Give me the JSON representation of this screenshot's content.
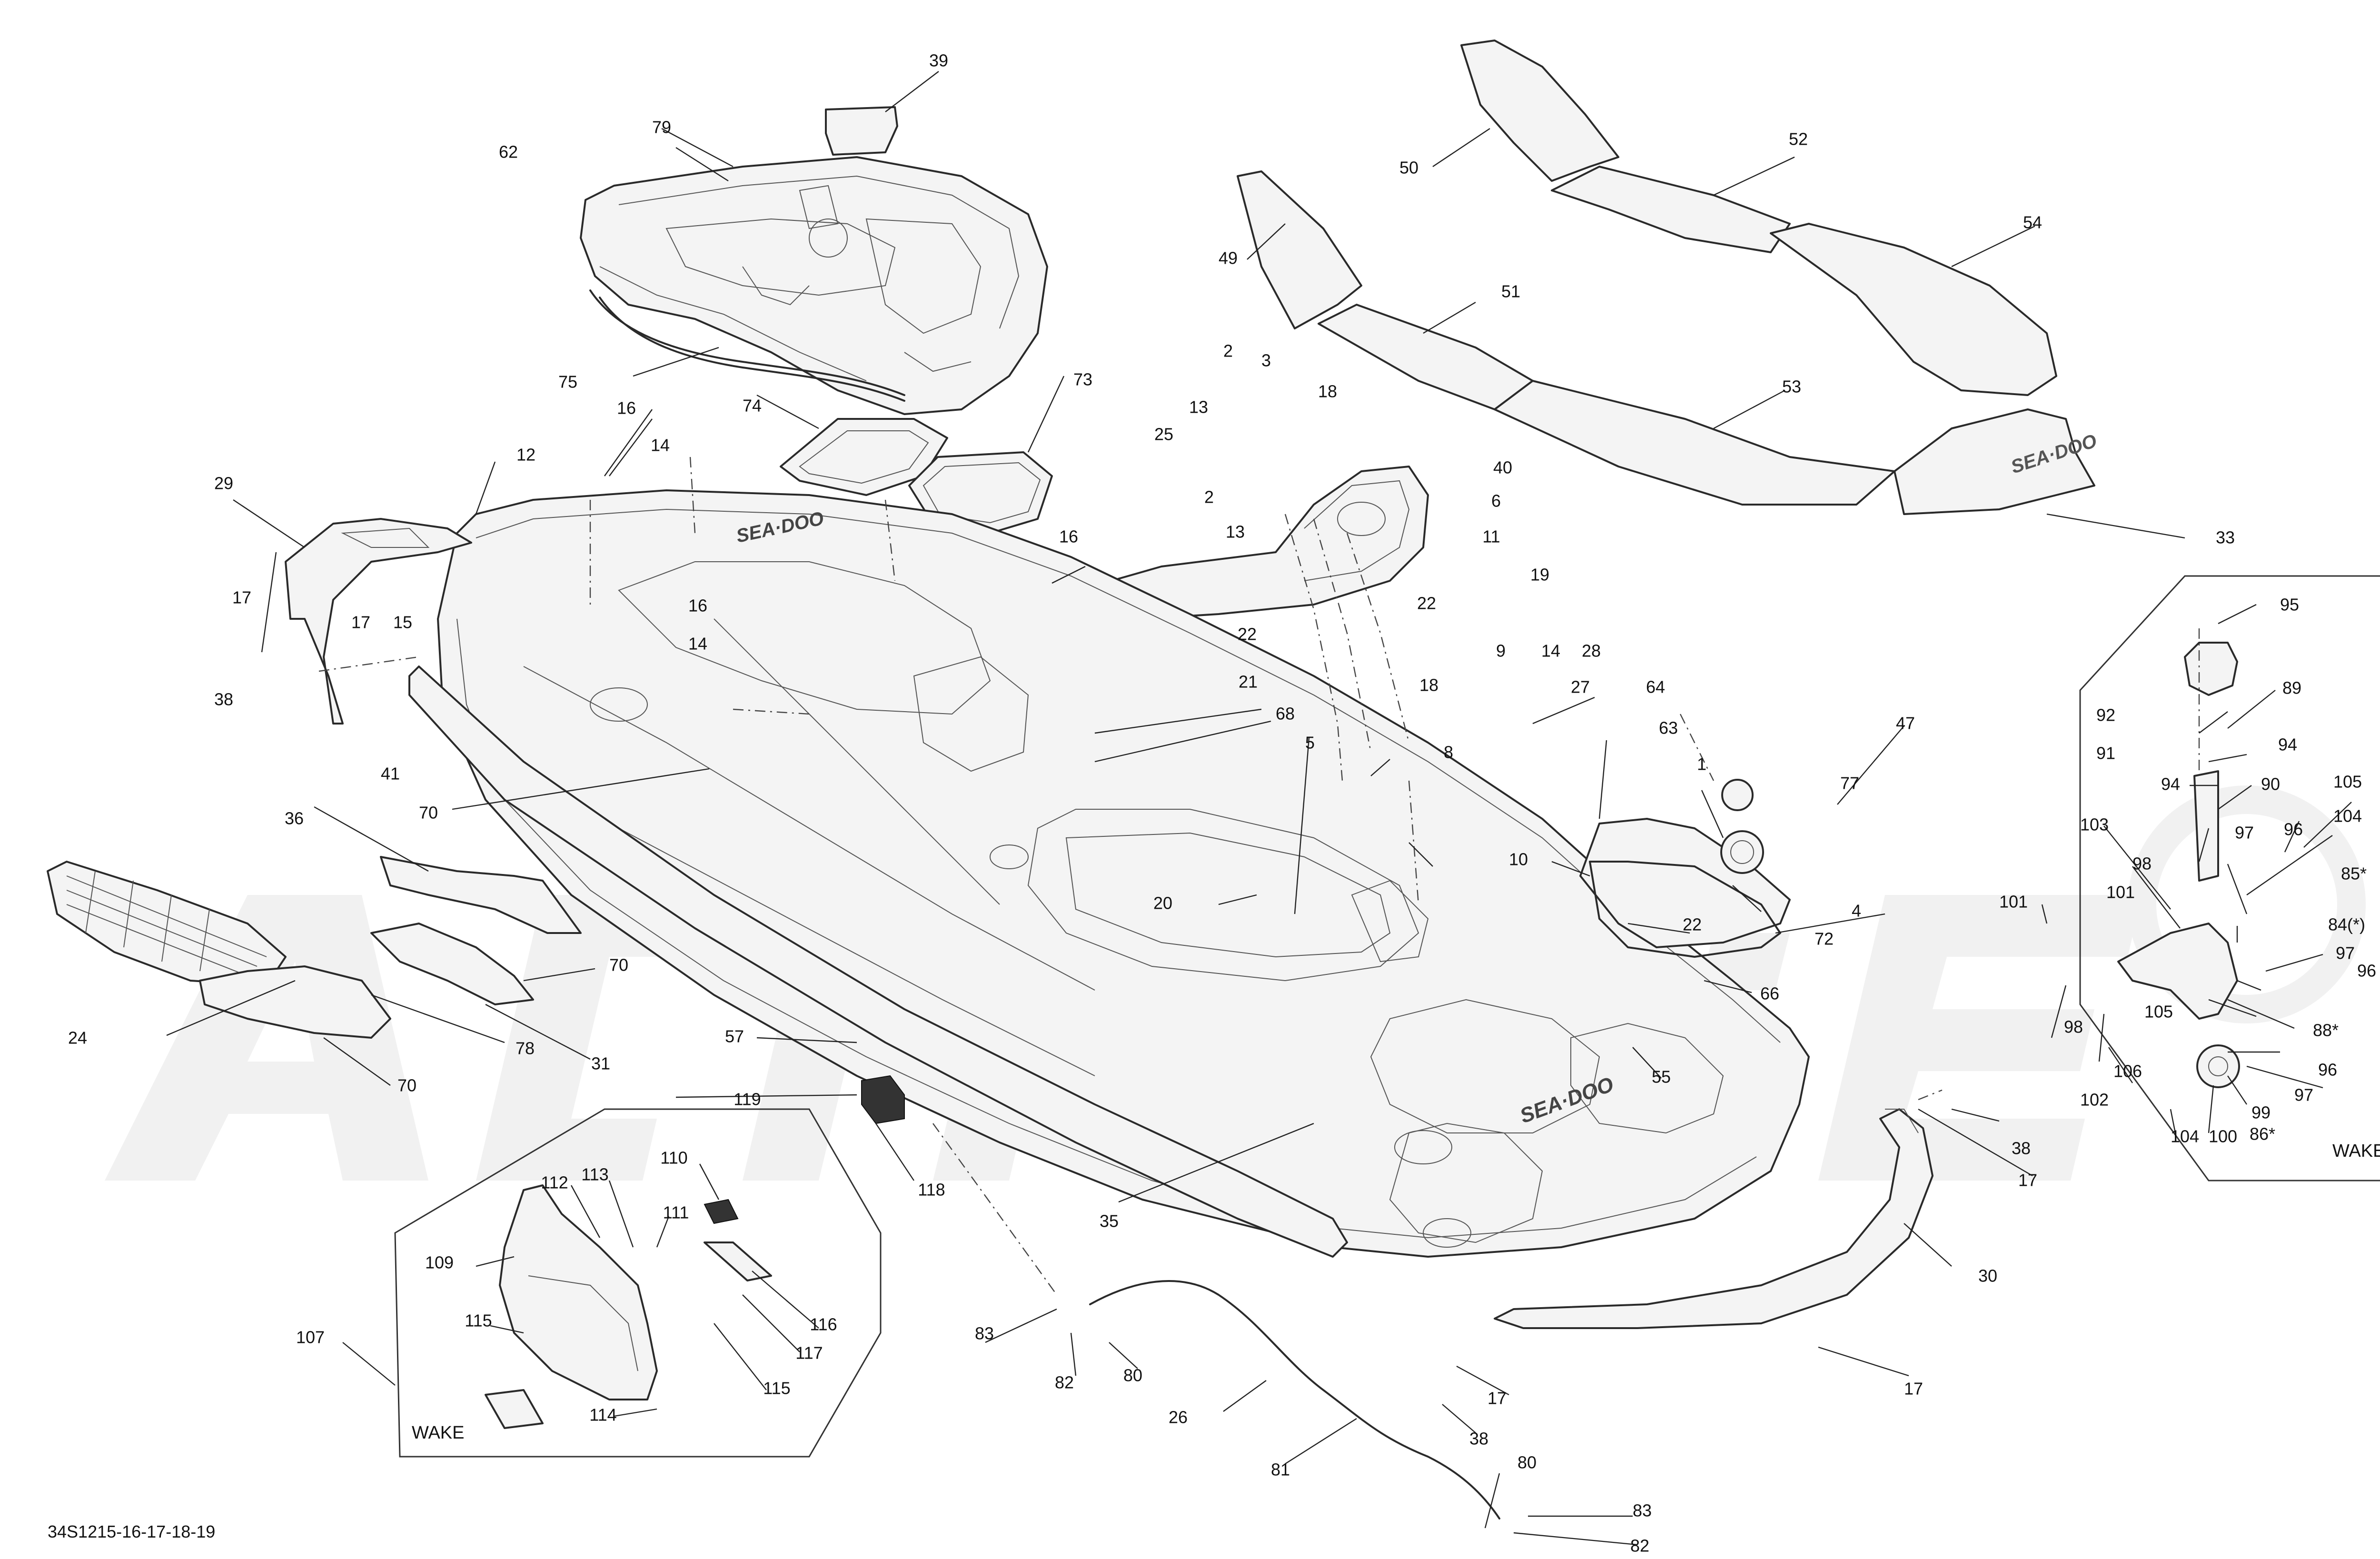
{
  "figure": {
    "drawing_code": "34S1215-16-17-18-19",
    "box_labels": [
      "WAKE",
      "WAKE"
    ]
  },
  "callouts": [
    {
      "id": "c1",
      "text": "1"
    },
    {
      "id": "c2a",
      "text": "2"
    },
    {
      "id": "c2b",
      "text": "2"
    },
    {
      "id": "c3",
      "text": "3"
    },
    {
      "id": "c4",
      "text": "4"
    },
    {
      "id": "c5",
      "text": "5"
    },
    {
      "id": "c6",
      "text": "6"
    },
    {
      "id": "c8",
      "text": "8"
    },
    {
      "id": "c9",
      "text": "9"
    },
    {
      "id": "c10",
      "text": "10"
    },
    {
      "id": "c11",
      "text": "11"
    },
    {
      "id": "c12",
      "text": "12"
    },
    {
      "id": "c13a",
      "text": "13"
    },
    {
      "id": "c13b",
      "text": "13"
    },
    {
      "id": "c14a",
      "text": "14"
    },
    {
      "id": "c14b",
      "text": "14"
    },
    {
      "id": "c14c",
      "text": "14"
    },
    {
      "id": "c15",
      "text": "15"
    },
    {
      "id": "c16a",
      "text": "16"
    },
    {
      "id": "c16b",
      "text": "16"
    },
    {
      "id": "c16c",
      "text": "16"
    },
    {
      "id": "c17a",
      "text": "17"
    },
    {
      "id": "c17b",
      "text": "17"
    },
    {
      "id": "c17c",
      "text": "17"
    },
    {
      "id": "c17d",
      "text": "17"
    },
    {
      "id": "c17e",
      "text": "17"
    },
    {
      "id": "c18a",
      "text": "18"
    },
    {
      "id": "c18b",
      "text": "18"
    },
    {
      "id": "c19",
      "text": "19"
    },
    {
      "id": "c20",
      "text": "20"
    },
    {
      "id": "c21",
      "text": "21"
    },
    {
      "id": "c22a",
      "text": "22"
    },
    {
      "id": "c22b",
      "text": "22"
    },
    {
      "id": "c22c",
      "text": "22"
    },
    {
      "id": "c24",
      "text": "24"
    },
    {
      "id": "c25",
      "text": "25"
    },
    {
      "id": "c26",
      "text": "26"
    },
    {
      "id": "c27",
      "text": "27"
    },
    {
      "id": "c28",
      "text": "28"
    },
    {
      "id": "c29",
      "text": "29"
    },
    {
      "id": "c30",
      "text": "30"
    },
    {
      "id": "c31",
      "text": "31"
    },
    {
      "id": "c33",
      "text": "33"
    },
    {
      "id": "c35",
      "text": "35"
    },
    {
      "id": "c36",
      "text": "36"
    },
    {
      "id": "c38a",
      "text": "38"
    },
    {
      "id": "c38b",
      "text": "38"
    },
    {
      "id": "c38c",
      "text": "38"
    },
    {
      "id": "c39",
      "text": "39"
    },
    {
      "id": "c40",
      "text": "40"
    },
    {
      "id": "c41",
      "text": "41"
    },
    {
      "id": "c47",
      "text": "47"
    },
    {
      "id": "c49",
      "text": "49"
    },
    {
      "id": "c50",
      "text": "50"
    },
    {
      "id": "c51",
      "text": "51"
    },
    {
      "id": "c52",
      "text": "52"
    },
    {
      "id": "c53",
      "text": "53"
    },
    {
      "id": "c54",
      "text": "54"
    },
    {
      "id": "c55",
      "text": "55"
    },
    {
      "id": "c57",
      "text": "57"
    },
    {
      "id": "c62",
      "text": "62"
    },
    {
      "id": "c63",
      "text": "63"
    },
    {
      "id": "c64",
      "text": "64"
    },
    {
      "id": "c66",
      "text": "66"
    },
    {
      "id": "c68",
      "text": "68"
    },
    {
      "id": "c70a",
      "text": "70"
    },
    {
      "id": "c70b",
      "text": "70"
    },
    {
      "id": "c70c",
      "text": "70"
    },
    {
      "id": "c72",
      "text": "72"
    },
    {
      "id": "c73",
      "text": "73"
    },
    {
      "id": "c74",
      "text": "74"
    },
    {
      "id": "c75",
      "text": "75"
    },
    {
      "id": "c77",
      "text": "77"
    },
    {
      "id": "c78",
      "text": "78"
    },
    {
      "id": "c79",
      "text": "79"
    },
    {
      "id": "c80a",
      "text": "80"
    },
    {
      "id": "c80b",
      "text": "80"
    },
    {
      "id": "c81",
      "text": "81"
    },
    {
      "id": "c82a",
      "text": "82"
    },
    {
      "id": "c82b",
      "text": "82"
    },
    {
      "id": "c83a",
      "text": "83"
    },
    {
      "id": "c83b",
      "text": "83"
    },
    {
      "id": "c84",
      "text": "84(*)"
    },
    {
      "id": "c85",
      "text": "85*"
    },
    {
      "id": "c86",
      "text": "86*"
    },
    {
      "id": "c88",
      "text": "88*"
    },
    {
      "id": "c89",
      "text": "89"
    },
    {
      "id": "c90",
      "text": "90"
    },
    {
      "id": "c91",
      "text": "91"
    },
    {
      "id": "c92",
      "text": "92"
    },
    {
      "id": "c94a",
      "text": "94"
    },
    {
      "id": "c94b",
      "text": "94"
    },
    {
      "id": "c95",
      "text": "95"
    },
    {
      "id": "c96a",
      "text": "96"
    },
    {
      "id": "c96b",
      "text": "96"
    },
    {
      "id": "c96c",
      "text": "96"
    },
    {
      "id": "c97a",
      "text": "97"
    },
    {
      "id": "c97b",
      "text": "97"
    },
    {
      "id": "c97c",
      "text": "97"
    },
    {
      "id": "c98a",
      "text": "98"
    },
    {
      "id": "c98b",
      "text": "98"
    },
    {
      "id": "c99",
      "text": "99"
    },
    {
      "id": "c100",
      "text": "100"
    },
    {
      "id": "c101a",
      "text": "101"
    },
    {
      "id": "c101b",
      "text": "101"
    },
    {
      "id": "c102",
      "text": "102"
    },
    {
      "id": "c103",
      "text": "103"
    },
    {
      "id": "c104",
      "text": "104"
    },
    {
      "id": "c105a",
      "text": "105"
    },
    {
      "id": "c105b",
      "text": "105"
    },
    {
      "id": "c106",
      "text": "106"
    },
    {
      "id": "c107",
      "text": "107"
    },
    {
      "id": "c109",
      "text": "109"
    },
    {
      "id": "c110",
      "text": "110"
    },
    {
      "id": "c111",
      "text": "111"
    },
    {
      "id": "c112",
      "text": "112"
    },
    {
      "id": "c113",
      "text": "113"
    },
    {
      "id": "c114",
      "text": "114"
    },
    {
      "id": "c115a",
      "text": "115"
    },
    {
      "id": "c115b",
      "text": "115"
    },
    {
      "id": "c116",
      "text": "116"
    },
    {
      "id": "c117",
      "text": "117"
    },
    {
      "id": "c118",
      "text": "118"
    },
    {
      "id": "c119",
      "text": "119"
    }
  ]
}
